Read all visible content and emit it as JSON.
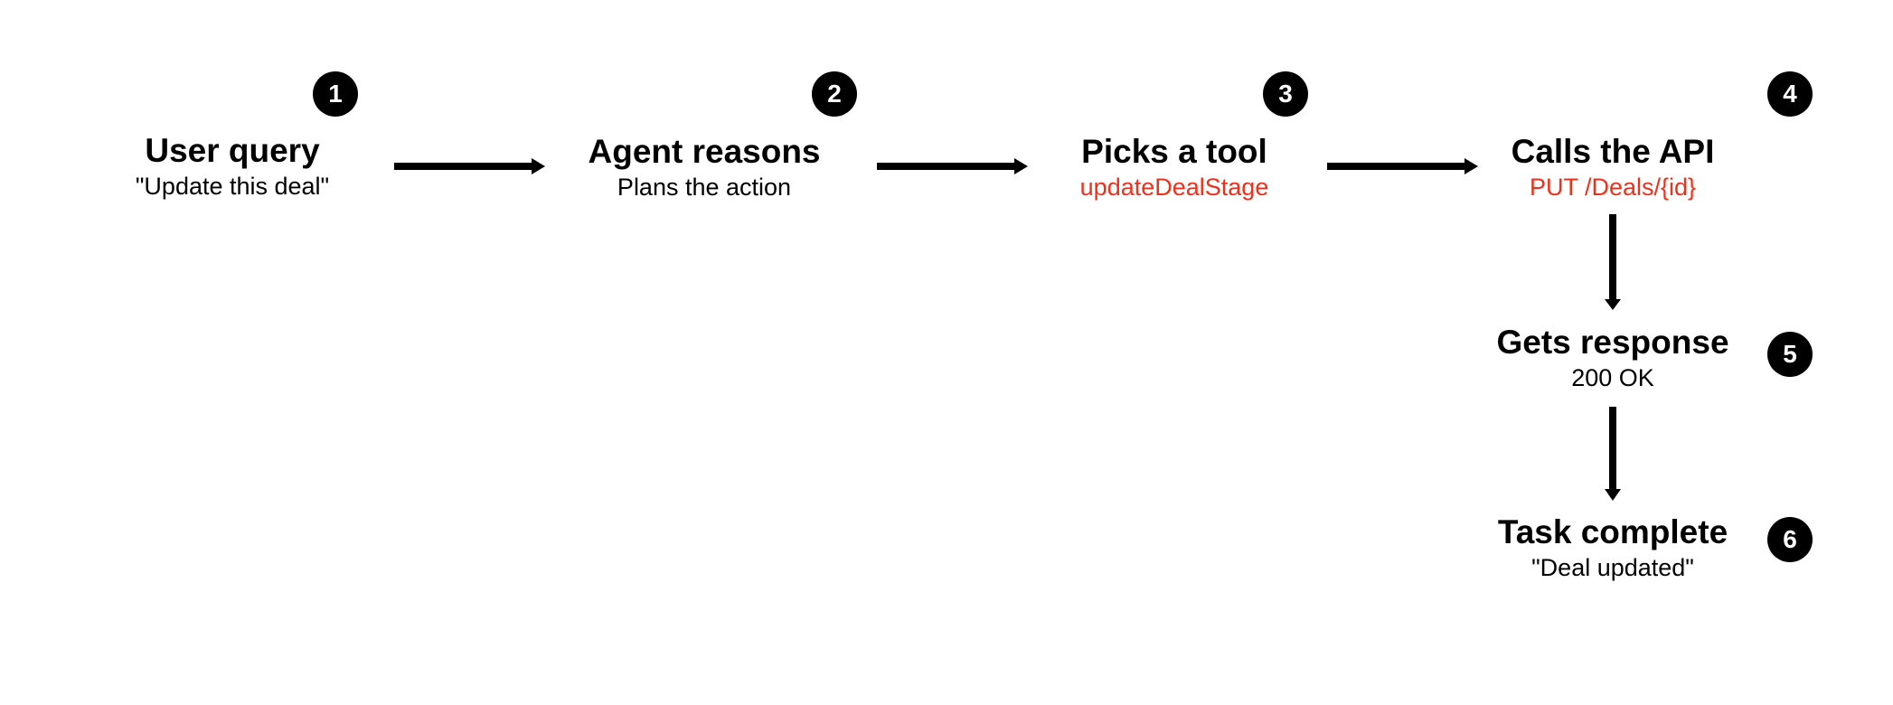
{
  "accent_color": "#f0301a",
  "steps": [
    {
      "number": "1",
      "title": "User query",
      "subtitle": "\"Update this deal\"",
      "subtitle_accent": false
    },
    {
      "number": "2",
      "title": "Agent reasons",
      "subtitle": "Plans the action",
      "subtitle_accent": false
    },
    {
      "number": "3",
      "title": "Picks a tool",
      "subtitle": "updateDealStage",
      "subtitle_accent": true
    },
    {
      "number": "4",
      "title": "Calls the API",
      "subtitle": "PUT /Deals/{id}",
      "subtitle_accent": true
    },
    {
      "number": "5",
      "title": "Gets response",
      "subtitle": "200 OK",
      "subtitle_accent": false
    },
    {
      "number": "6",
      "title": "Task complete",
      "subtitle": "\"Deal updated\"",
      "subtitle_accent": false
    }
  ]
}
